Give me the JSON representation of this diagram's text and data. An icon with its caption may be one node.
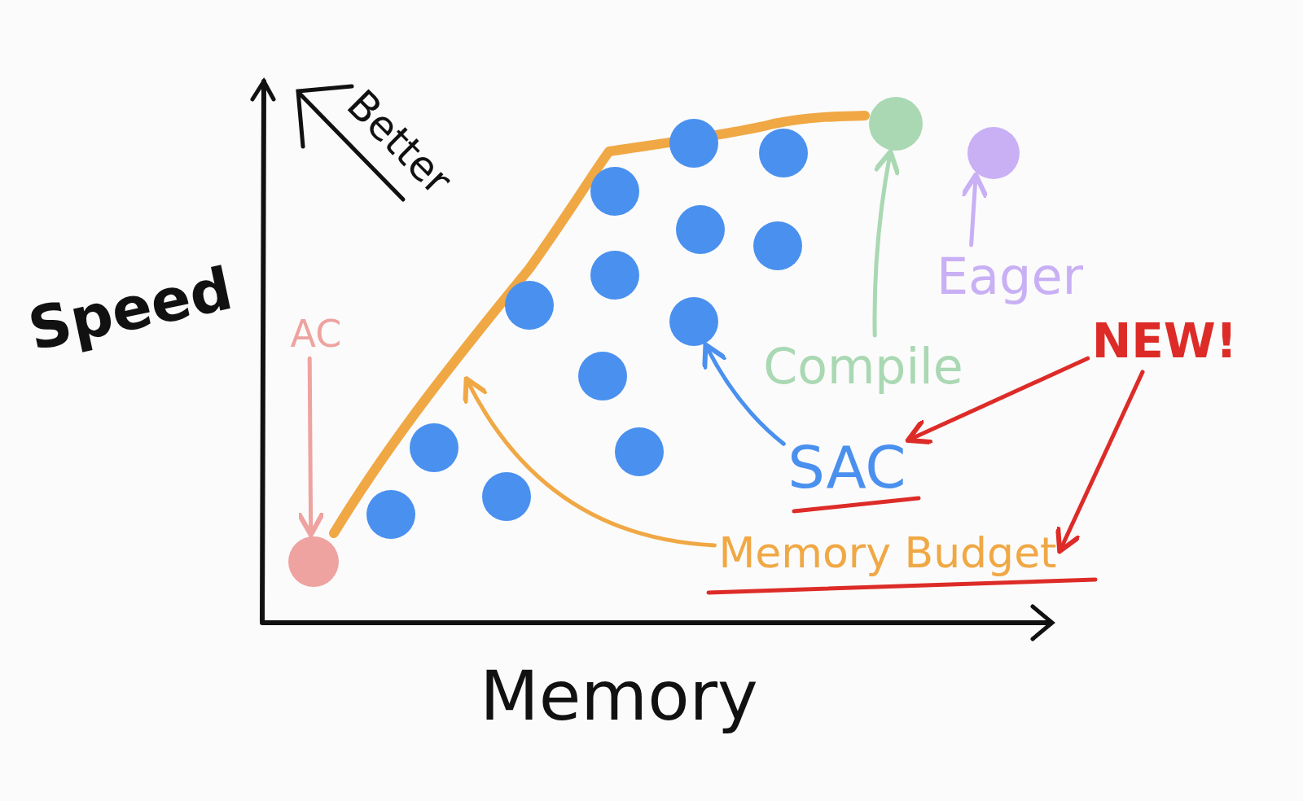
{
  "diagram": {
    "nodes": [
      {
        "text": [
          "AC"
        ]
      },
      {
        "text": [],
        "shape": "circle"
      },
      {
        "text": [
          "SAC"
        ]
      },
      {
        "text": [],
        "shape": "circle"
      },
      {
        "text": [
          "Memory Budget"
        ]
      },
      {
        "text": [
          "Compile"
        ]
      },
      {
        "text": [],
        "shape": "circle"
      },
      {
        "text": [
          "Eager"
        ]
      },
      {
        "text": [],
        "shape": "circle"
      },
      {
        "text": [
          "NEW!"
        ]
      },
      {
        "text": [],
        "shape": "circle"
      },
      {
        "text": [],
        "shape": "circle"
      },
      {
        "text": [],
        "shape": "circle"
      },
      {
        "text": [],
        "shape": "circle"
      },
      {
        "text": [],
        "shape": "circle"
      },
      {
        "text": [],
        "shape": "circle"
      },
      {
        "text": [],
        "shape": "circle"
      },
      {
        "text": [],
        "shape": "circle"
      },
      {
        "text": [],
        "shape": "circle"
      },
      {
        "text": [],
        "shape": "circle"
      },
      {
        "text": [],
        "shape": "circle"
      },
      {
        "text": [],
        "shape": "circle"
      }
    ],
    "edges": [
      {
        "from": 0,
        "to": 1,
        "arrow": "to",
        "color": "#eea3a0"
      },
      {
        "from": 2,
        "to": 3,
        "arrow": "to",
        "color": "#4a90ef"
      },
      {
        "from": 4,
        "to": null,
        "arrow": "to",
        "color": "#f0a845"
      },
      {
        "from": 5,
        "to": 6,
        "arrow": "to",
        "color": "#a9d8b3"
      },
      {
        "from": 7,
        "to": 8,
        "arrow": "to",
        "color": "#c9b0f5"
      },
      {
        "from": 9,
        "to": 2,
        "arrow": "to",
        "color": "#dd2c28"
      },
      {
        "from": 9,
        "to": 4,
        "arrow": "to",
        "color": "#dd2c28"
      }
    ],
    "labels": [
      "Better",
      "Speed",
      "Memory"
    ]
  }
}
